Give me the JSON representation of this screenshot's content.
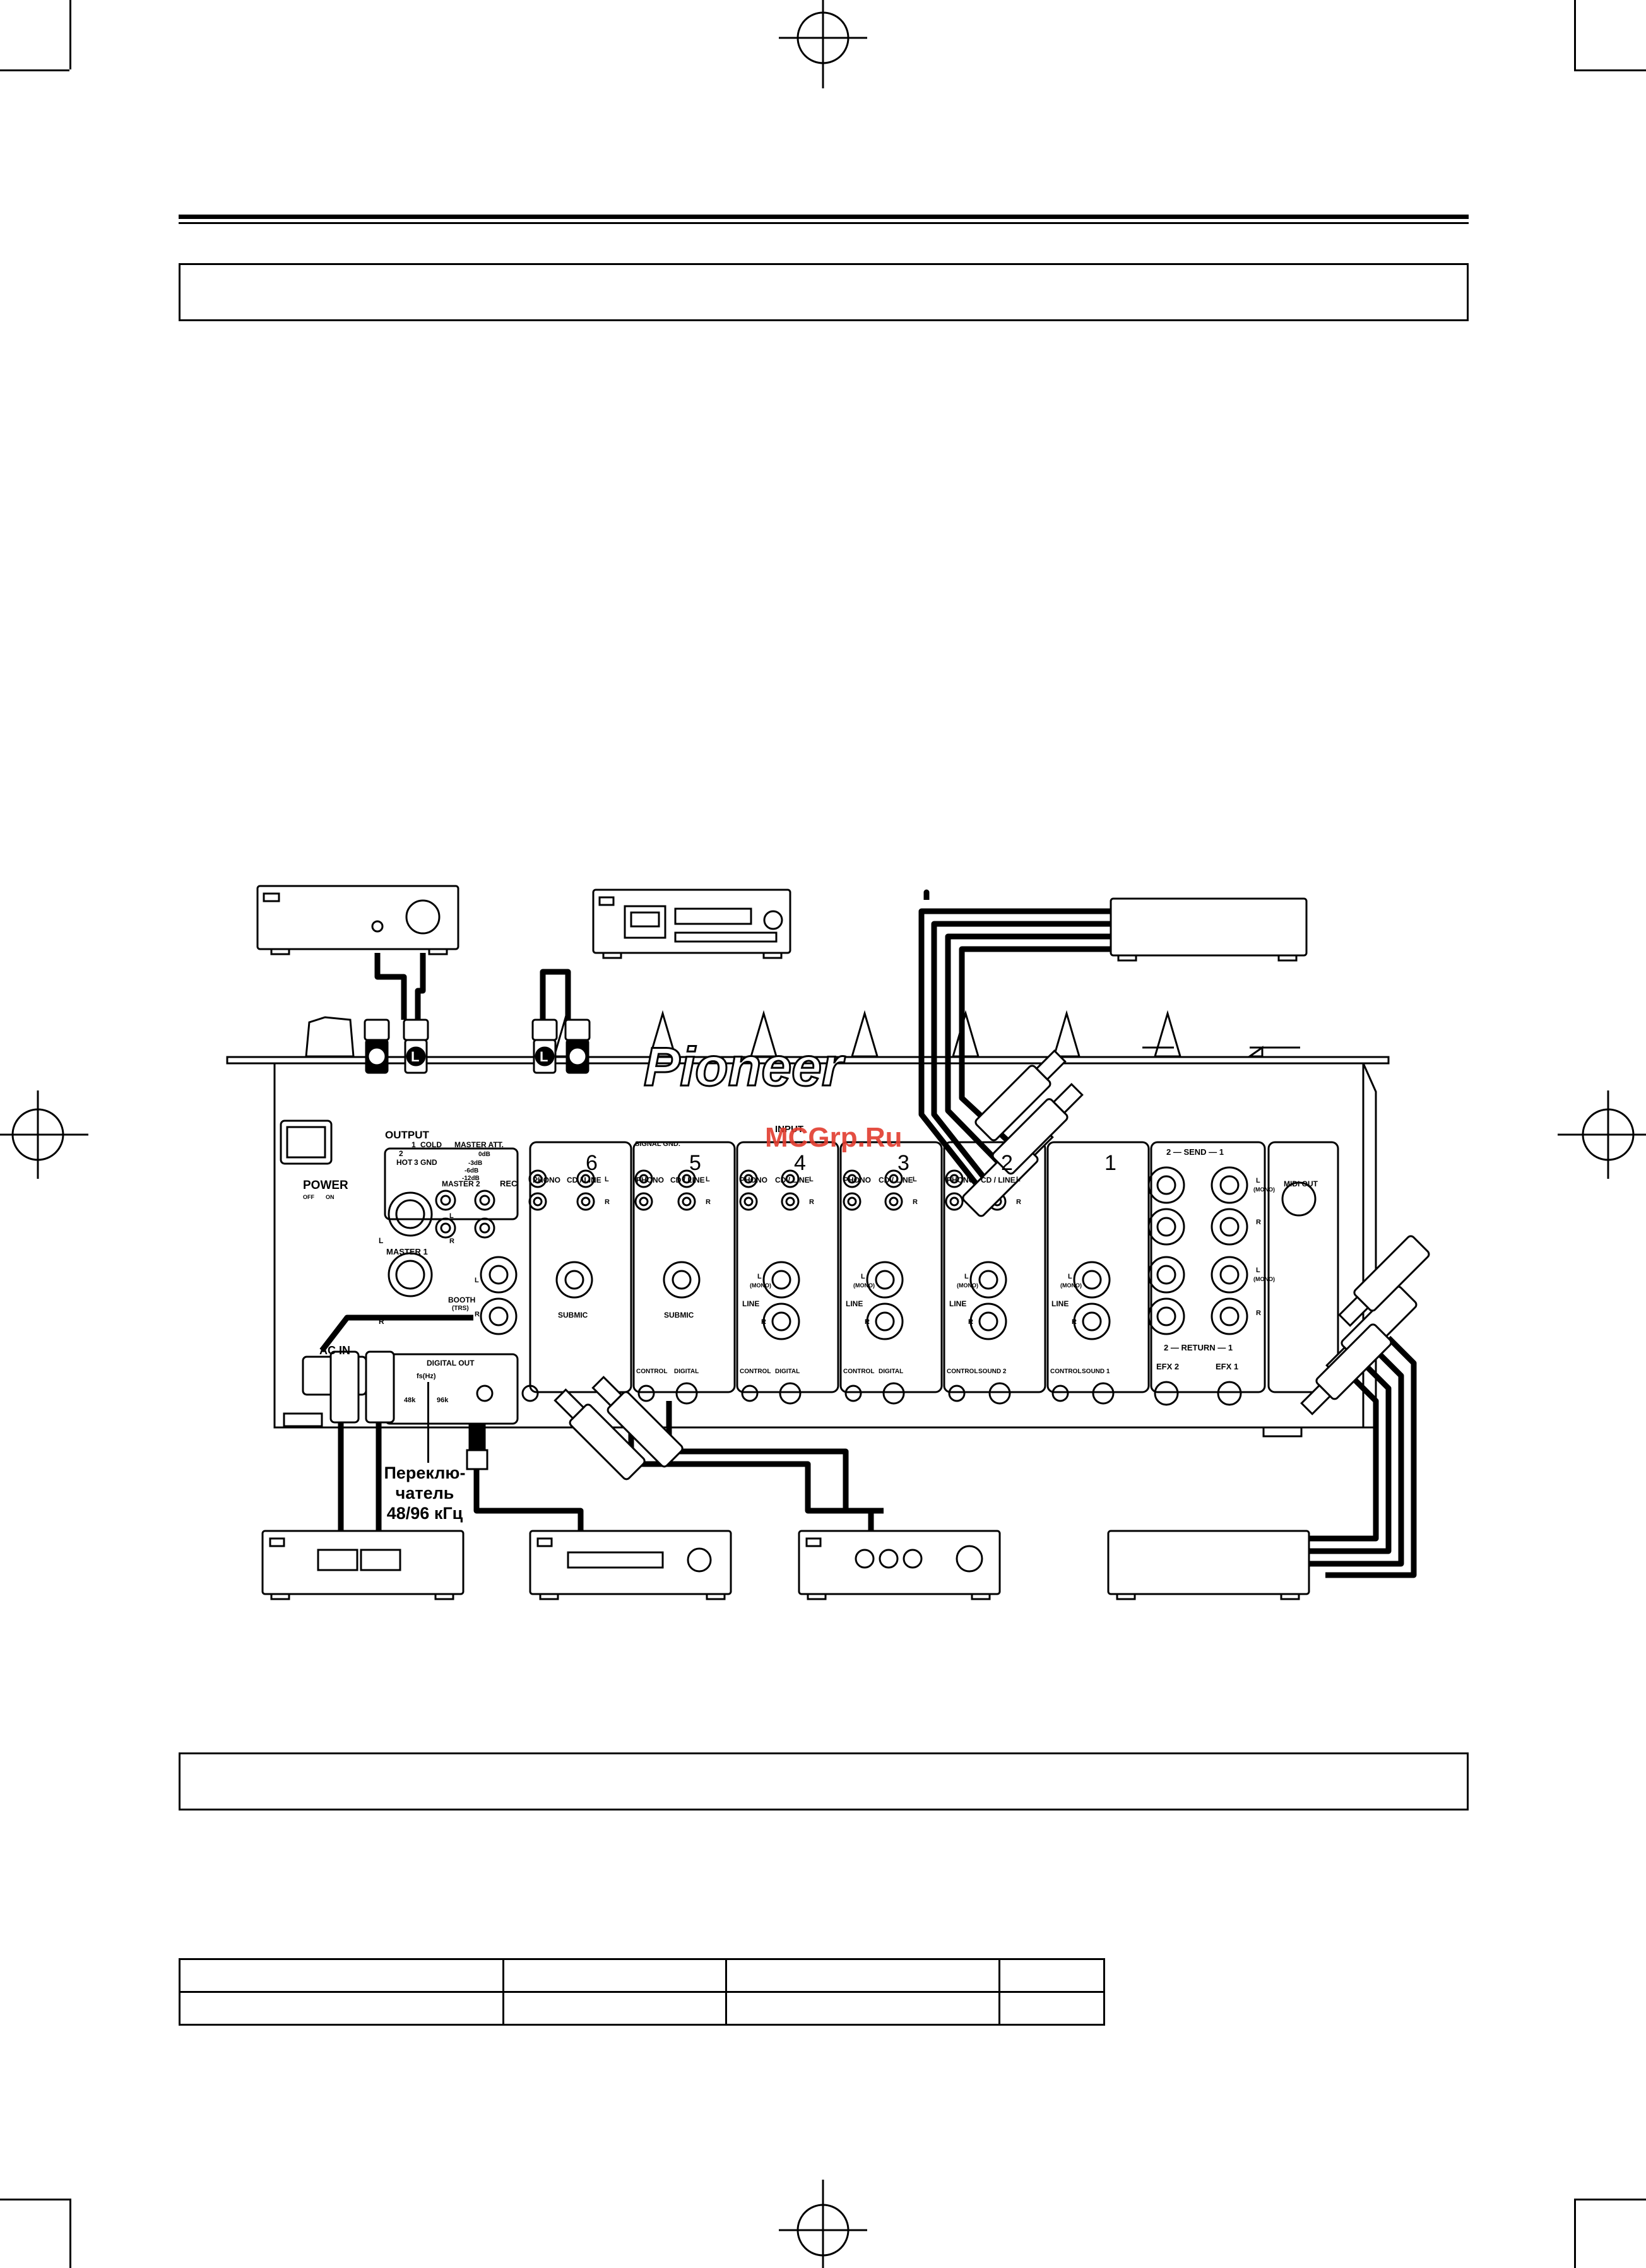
{
  "diagram": {
    "brand": "Pioneer",
    "output_block": {
      "header": "OUTPUT",
      "cold": "COLD",
      "hot": "HOT",
      "gnd": "GND",
      "master_att": "MASTER ATT.",
      "att_0": "0dB",
      "att_3": "-3dB",
      "att_6": "-6dB",
      "att_12": "-12dB",
      "master2": "MASTER 2",
      "rec": "REC",
      "master1": "MASTER  1",
      "booth": "BOOTH",
      "booth_sub": "(TRS)",
      "num2": "2",
      "num1": "1",
      "num3": "3"
    },
    "power": {
      "label": "POWER",
      "off": "OFF",
      "on": "ON"
    },
    "ac_in": "AC IN",
    "digital_out": {
      "label": "DIGITAL OUT",
      "fs": "fs(Hz)",
      "k48": "48k",
      "k96": "96k"
    },
    "signal_gnd": "SIGNAL GND.",
    "input": "INPUT",
    "channels": [
      {
        "number": "6",
        "phono": "PHONO",
        "cd_line": "CD / LINE",
        "bottom": "SUBMIC",
        "ctrl": ""
      },
      {
        "number": "5",
        "phono": "PHONO",
        "cd_line": "CD / LINE",
        "bottom": "SUBMIC",
        "ctrl": "CONTROL",
        "dig": "DIGITAL"
      },
      {
        "number": "4",
        "phono": "PHONO",
        "cd_line": "CD / LINE",
        "bottom": "LINE",
        "ctrl": "CONTROL",
        "dig": "DIGITAL"
      },
      {
        "number": "3",
        "phono": "PHONO",
        "cd_line": "CD / LINE",
        "bottom": "LINE",
        "ctrl": "CONTROL",
        "dig": "DIGITAL"
      },
      {
        "number": "2",
        "phono": "PHONO",
        "cd_line": "CD / LINE",
        "bottom": "LINE",
        "ctrl": "CONTROL",
        "dig": "SOUND  2"
      },
      {
        "number": "1",
        "phono": "",
        "cd_line": "",
        "bottom": "LINE",
        "ctrl": "CONTROL",
        "dig": "SOUND  1"
      }
    ],
    "lr": {
      "l": "L",
      "r": "R",
      "mono": "(MONO)"
    },
    "send": "2 — SEND — 1",
    "return": "2 — RETURN — 1",
    "efx2": "EFX 2",
    "efx1": "EFX 1",
    "midi_out": "MIDI OUT",
    "plug_r": "R",
    "plug_l": "L"
  },
  "watermark": "MCGrp.Ru",
  "caption": {
    "line1": "Переклю-",
    "line2": "чатель",
    "line3": "48/96 кГц"
  },
  "spec_table": {
    "rows": [
      [
        "",
        "",
        "",
        ""
      ],
      [
        "",
        "",
        "",
        ""
      ]
    ]
  }
}
